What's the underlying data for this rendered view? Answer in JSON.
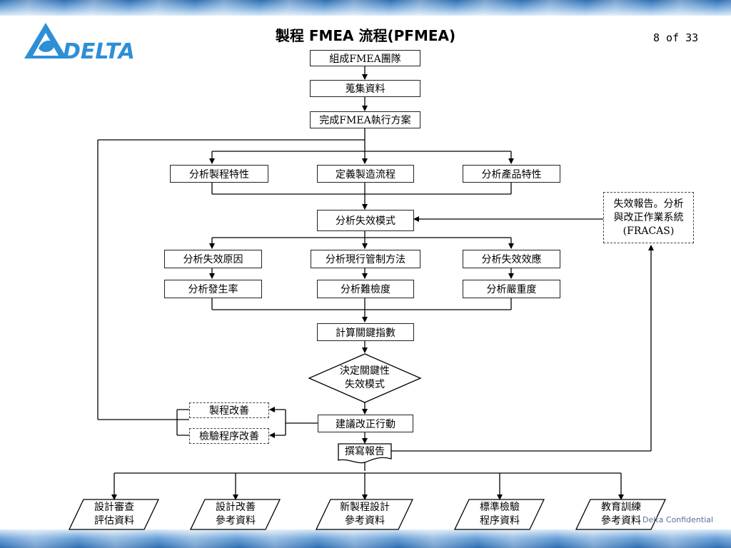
{
  "header": {
    "title": "製程 FMEA 流程(PFMEA)",
    "page_indicator": "8 of 33",
    "logo_text": "DELTA"
  },
  "footer": {
    "confidential": "Delta Confidential"
  },
  "flow": {
    "form_team": "組成FMEA團隊",
    "collect_data": "蒐集資料",
    "plan": "完成FMEA執行方案",
    "analyze_process": "分析製程特性",
    "define_flow": "定義製造流程",
    "analyze_product": "分析產品特性",
    "fracas": [
      "失效報告。分析",
      "與改正作業系統",
      "(FRACAS)"
    ],
    "analyze_failure_modes": "分析失效模式",
    "analyze_causes": "分析失效原因",
    "analyze_controls": "分析現行管制方法",
    "analyze_effects": "分析失效效應",
    "analyze_occurrence": "分析發生率",
    "analyze_detection": "分析難檢度",
    "analyze_severity": "分析嚴重度",
    "calc_index": "計算關鍵指數",
    "decide_critical": [
      "決定關鍵性",
      "失效模式"
    ],
    "process_improve": "製程改善",
    "inspection_improve": "檢驗程序改善",
    "corrective_action": "建議改正行動",
    "write_report": "撰寫報告"
  },
  "outputs": [
    [
      "設計審查",
      "評估資料"
    ],
    [
      "設計改善",
      "參考資料"
    ],
    [
      "新製程設計",
      "參考資料"
    ],
    [
      "標準檢驗",
      "程序資料"
    ],
    [
      "教育訓練",
      "參考資料"
    ]
  ]
}
